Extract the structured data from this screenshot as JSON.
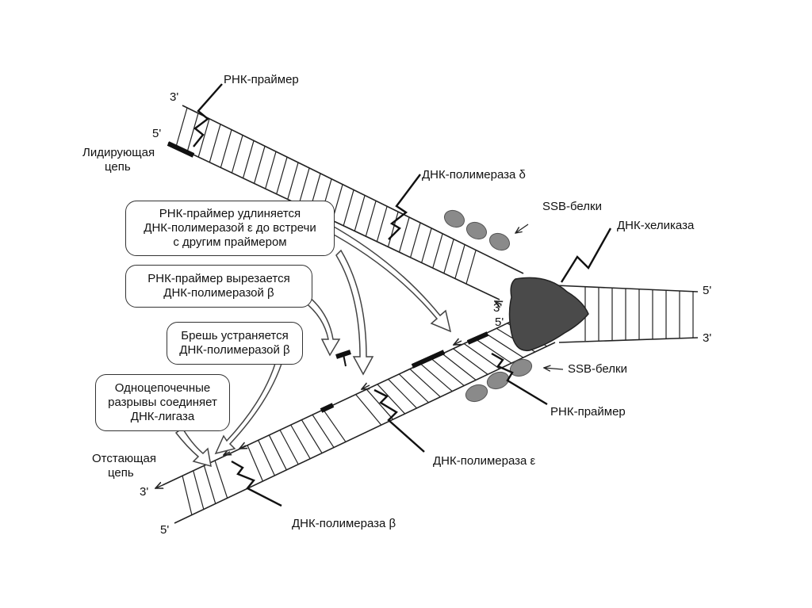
{
  "labels": {
    "rna_primer_top": "РНК-праймер",
    "leading_strand_line1": "Лидирующая",
    "leading_strand_line2": "цепь",
    "end_3_top": "3'",
    "end_5_top": "5'",
    "dna_pol_delta": "ДНК-полимераза δ",
    "ssb_top": "SSB-белки",
    "helicase": "ДНК-хеликаза",
    "end_5_right": "5'",
    "end_3_right": "3'",
    "fork_3": "3'",
    "fork_5": "5'",
    "ssb_bottom": "SSB-белки",
    "rna_primer_bottom": "РНК-праймер",
    "dna_pol_epsilon": "ДНК-полимераза ε",
    "lagging_strand_line1": "Отстающая",
    "lagging_strand_line2": "цепь",
    "end_3_bottom": "3'",
    "end_5_bottom": "5'",
    "dna_pol_beta": "ДНК-полимераза β"
  },
  "callouts": [
    {
      "line1": "РНК-праймер удлиняется",
      "line2": "ДНК-полимеразой ε до встречи",
      "line3": "с другим праймером"
    },
    {
      "line1": "РНК-праймер вырезается",
      "line2": "ДНК-полимеразой β"
    },
    {
      "line1": "Брешь устраняется",
      "line2": "ДНК-полимеразой β"
    },
    {
      "line1": "Одноцепочечные",
      "line2": "разрывы соединяет",
      "line3": "ДНК-лигаза"
    }
  ],
  "colors": {
    "line": "#222222",
    "ssb_protein": "#8a8a8a",
    "helicase": "#4a4a4a"
  }
}
